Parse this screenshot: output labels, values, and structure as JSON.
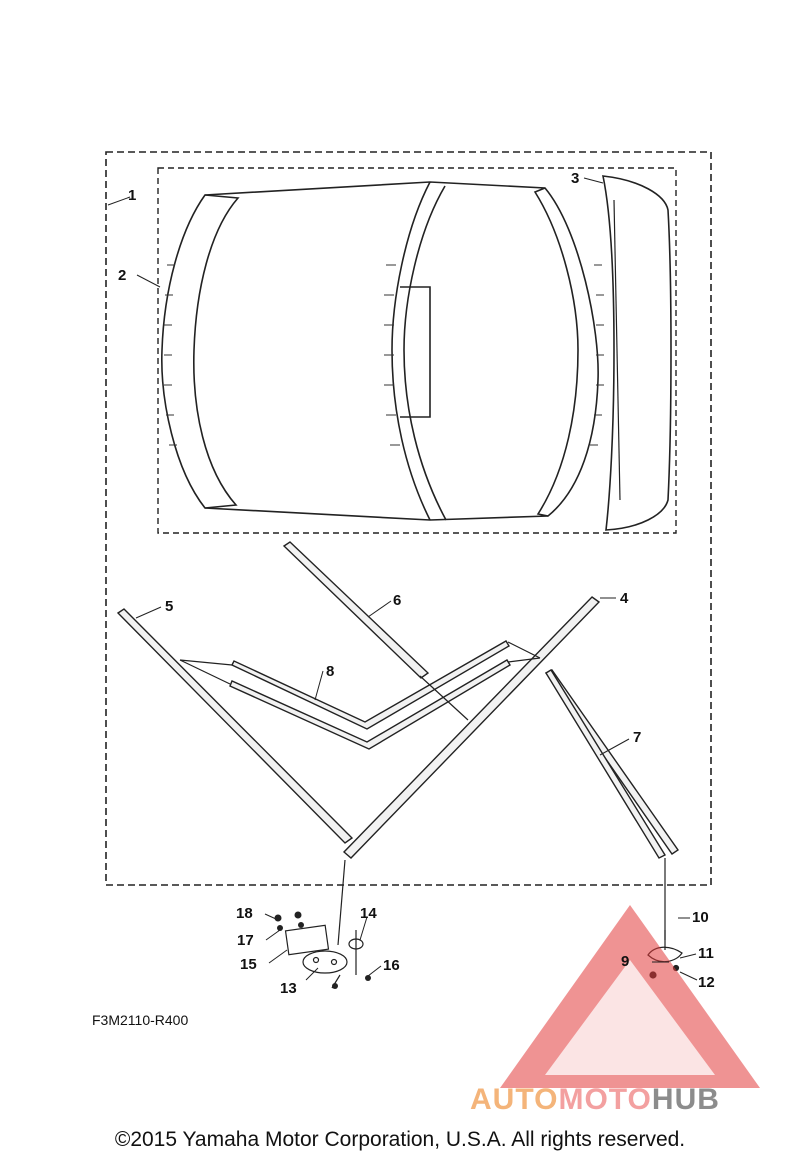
{
  "diagram": {
    "drawing_code": "F3M2110-R400",
    "copyright": "©2015 Yamaha Motor Corporation, U.S.A. All rights reserved.",
    "callouts": [
      "1",
      "2",
      "3",
      "4",
      "5",
      "6",
      "7",
      "8",
      "9",
      "10",
      "11",
      "12",
      "13",
      "14",
      "15",
      "16",
      "17",
      "18"
    ]
  },
  "watermark": {
    "part1": "AUTO",
    "part2": "MOTO",
    "part3": "HUB",
    "colors": {
      "auto": "#f4b47a",
      "moto": "#f3a0a0",
      "hub": "#8c8c8c",
      "triangle": "#e23b3b"
    }
  }
}
